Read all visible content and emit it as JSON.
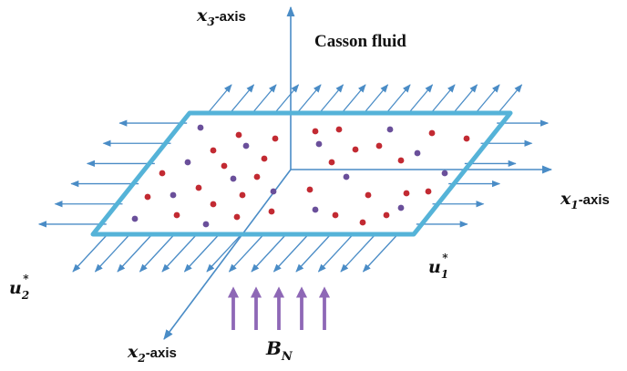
{
  "diagram": {
    "title": "Casson fluid",
    "x3_label": {
      "var": "x",
      "sub": "3",
      "suffix": "-axis"
    },
    "x1_label": {
      "var": "x",
      "sub": "1",
      "suffix": "-axis"
    },
    "x2_label": {
      "var": "x",
      "sub": "2",
      "suffix": "-axis"
    },
    "u1_label": {
      "var": "u",
      "sub": "1",
      "sup": "*"
    },
    "u2_label": {
      "var": "u",
      "sub": "2",
      "sup": "*"
    },
    "field_label": {
      "var": "B",
      "sub": "N"
    },
    "colors": {
      "sheet_edge": "#55b3d8",
      "axis": "#4a8cc6",
      "stretch_arrow": "#4a8cc6",
      "field_arrow": "#8e68b6",
      "particle_red": "#c22a32",
      "particle_purple": "#6a4f9a"
    }
  }
}
